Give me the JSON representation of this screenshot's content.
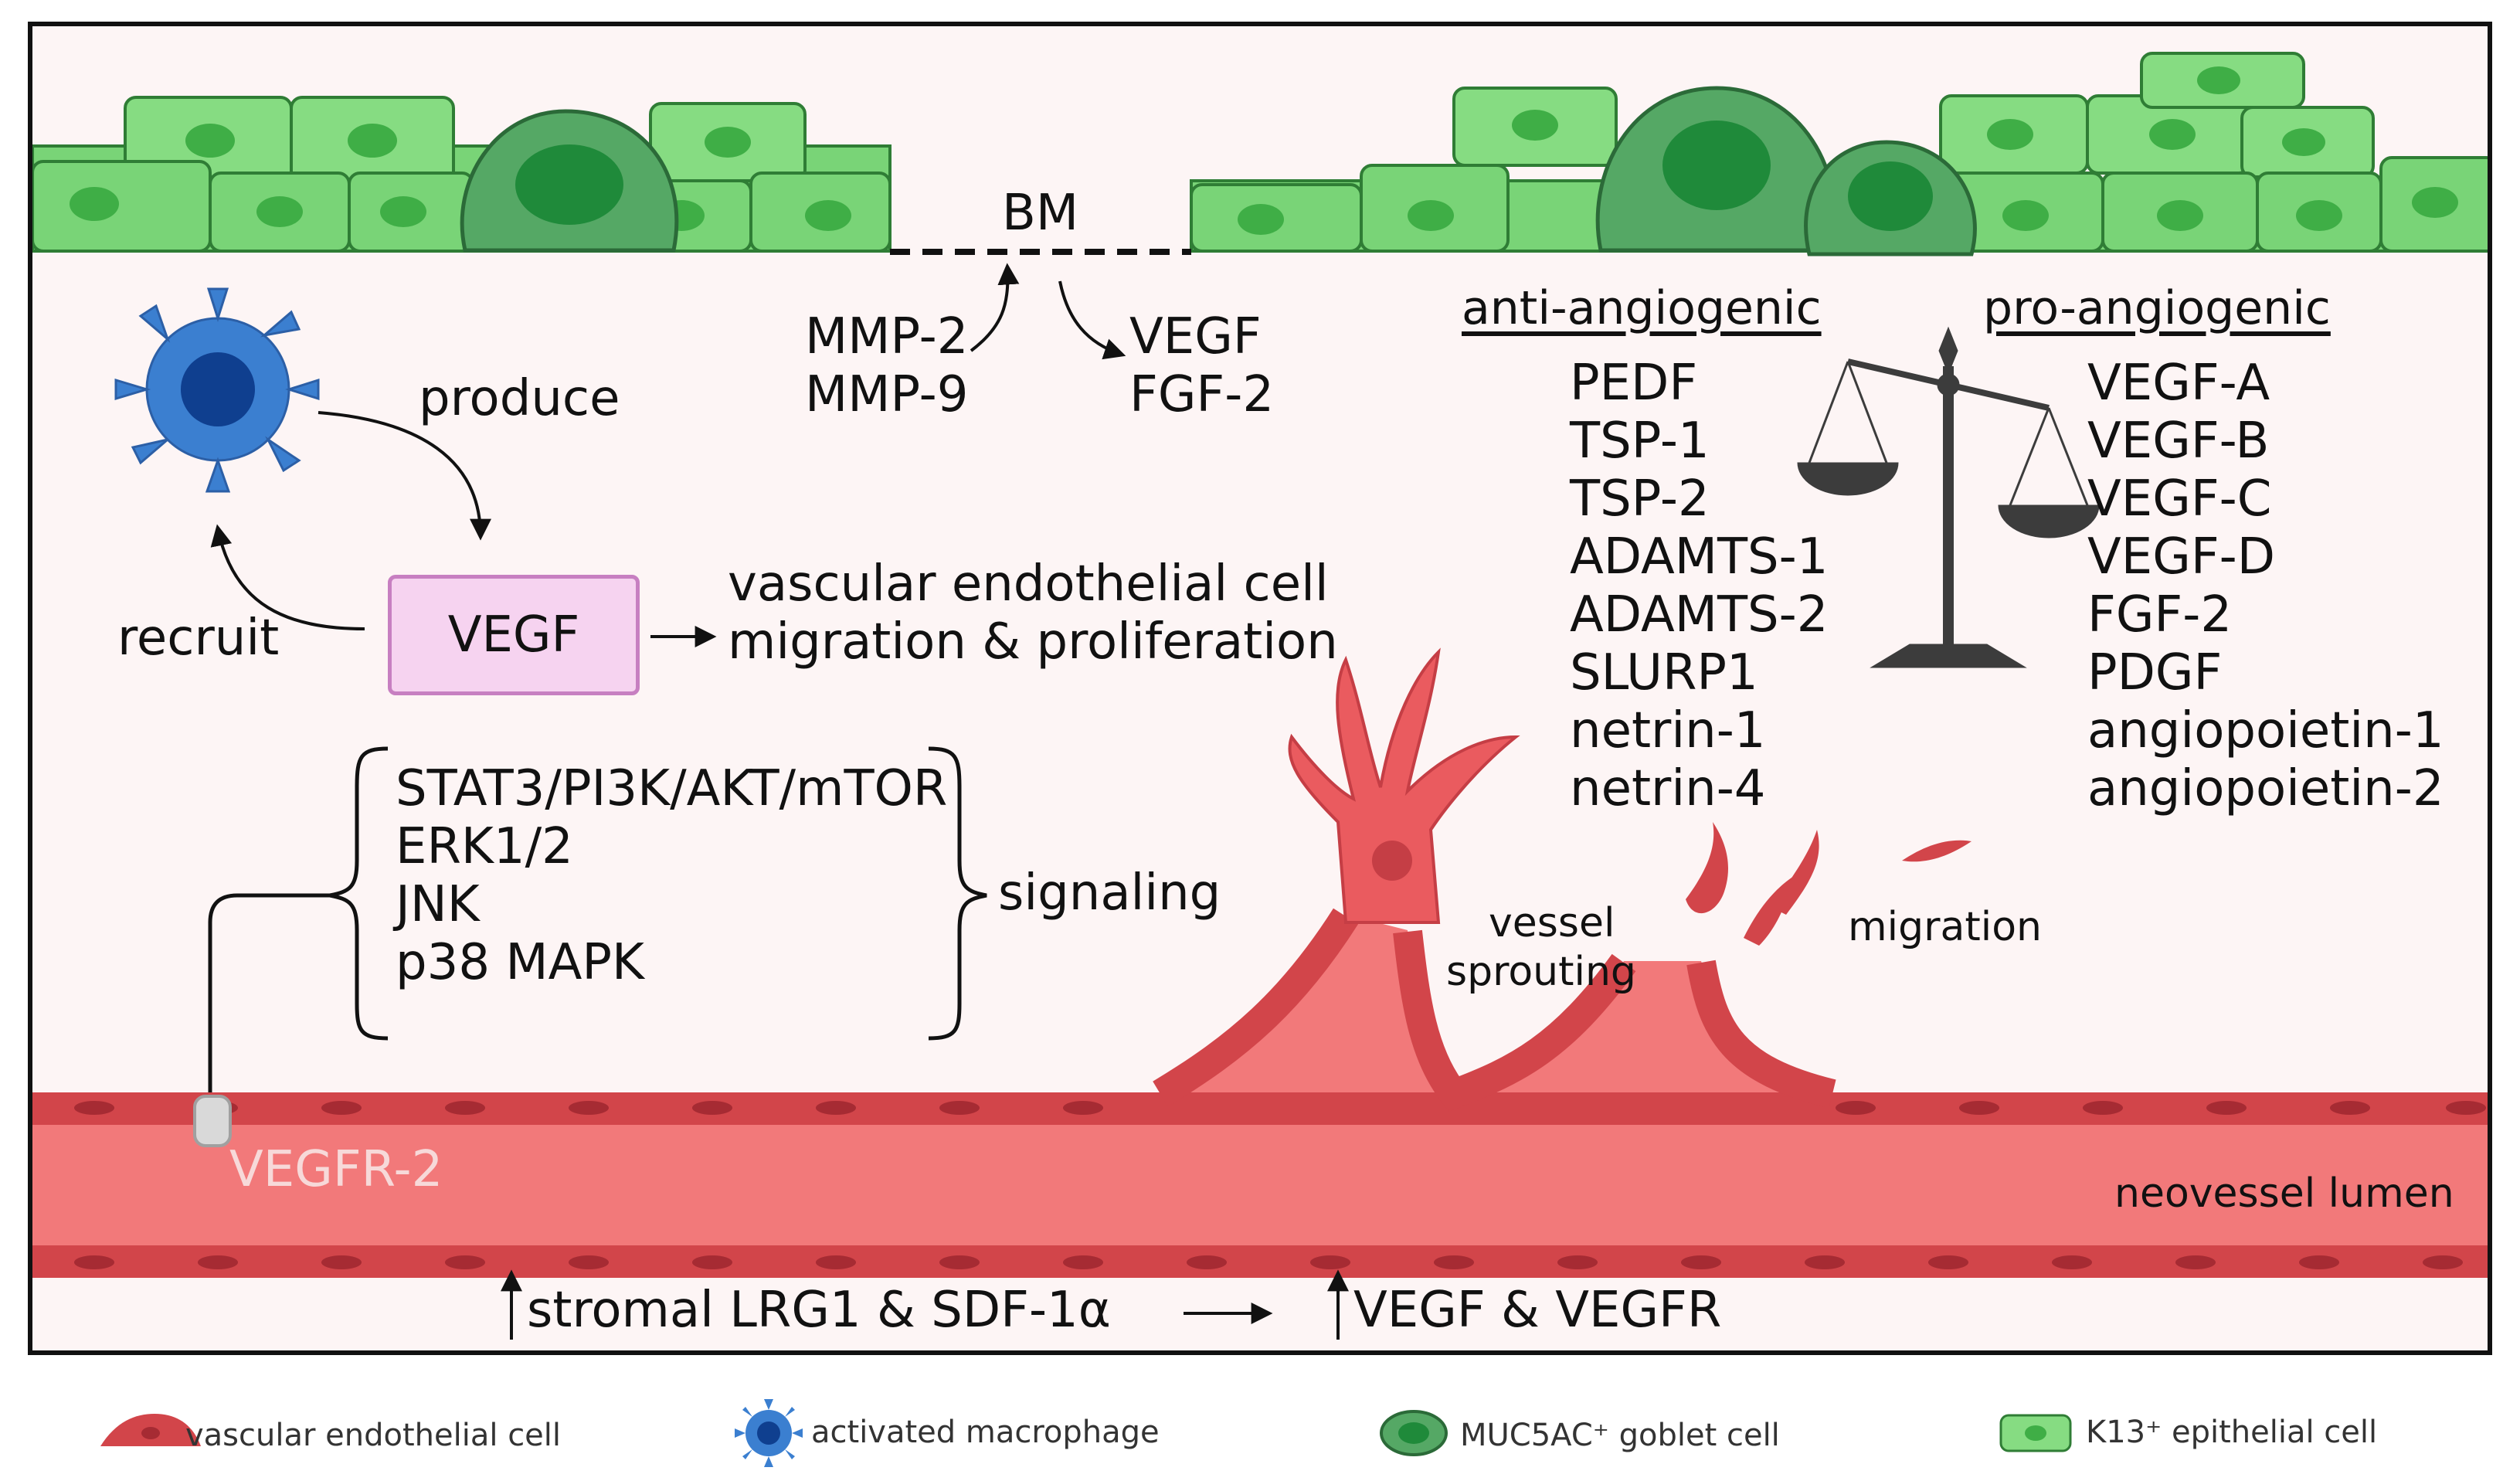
{
  "labels": {
    "bm": "BM",
    "mmp2": "MMP-2",
    "mmp9": "MMP-9",
    "vegf_top": "VEGF",
    "fgf2_top": "FGF-2",
    "produce": "produce",
    "recruit": "recruit",
    "vegf_box": "VEGF",
    "effect_line1": "vascular endothelial cell",
    "effect_line2": "migration & proliferation",
    "signaling": "signaling",
    "vessel_sprouting_1": "vessel",
    "vessel_sprouting_2": "sprouting",
    "migration": "migration",
    "vegfr2": "VEGFR-2",
    "neovessel_lumen": "neovessel lumen",
    "bottom_left": "stromal LRG1 & SDF-1α",
    "bottom_right": "VEGF & VEGFR"
  },
  "pathways": [
    "STAT3/PI3K/AKT/mTOR",
    "ERK1/2",
    "JNK",
    "p38 MAPK"
  ],
  "anti_angiogenic": {
    "title": "anti-angiogenic",
    "items": [
      "PEDF",
      "TSP-1",
      "TSP-2",
      "ADAMTS-1",
      "ADAMTS-2",
      "SLURP1",
      "netrin-1",
      "netrin-4"
    ]
  },
  "pro_angiogenic": {
    "title": "pro-angiogenic",
    "items": [
      "VEGF-A",
      "VEGF-B",
      "VEGF-C",
      "VEGF-D",
      "FGF-2",
      "PDGF",
      "angiopoietin-1",
      "angiopoietin-2"
    ]
  },
  "legend": [
    {
      "label": "vascular endothelial cell",
      "icon": "endothelial-cell-icon"
    },
    {
      "label": "activated macrophage",
      "icon": "macrophage-icon"
    },
    {
      "label": "MUC5AC⁺ goblet cell",
      "icon": "goblet-cell-icon"
    },
    {
      "label": "K13⁺ epithelial cell",
      "icon": "epithelial-cell-icon"
    }
  ],
  "colors": {
    "epithelial": "#7dd87a",
    "goblet": "#3f9b52",
    "macrophage": "#3b7fd0",
    "vessel": "#f2797a",
    "endothelial": "#d2454a",
    "vegf_box_fill": "#f6d3f0"
  }
}
